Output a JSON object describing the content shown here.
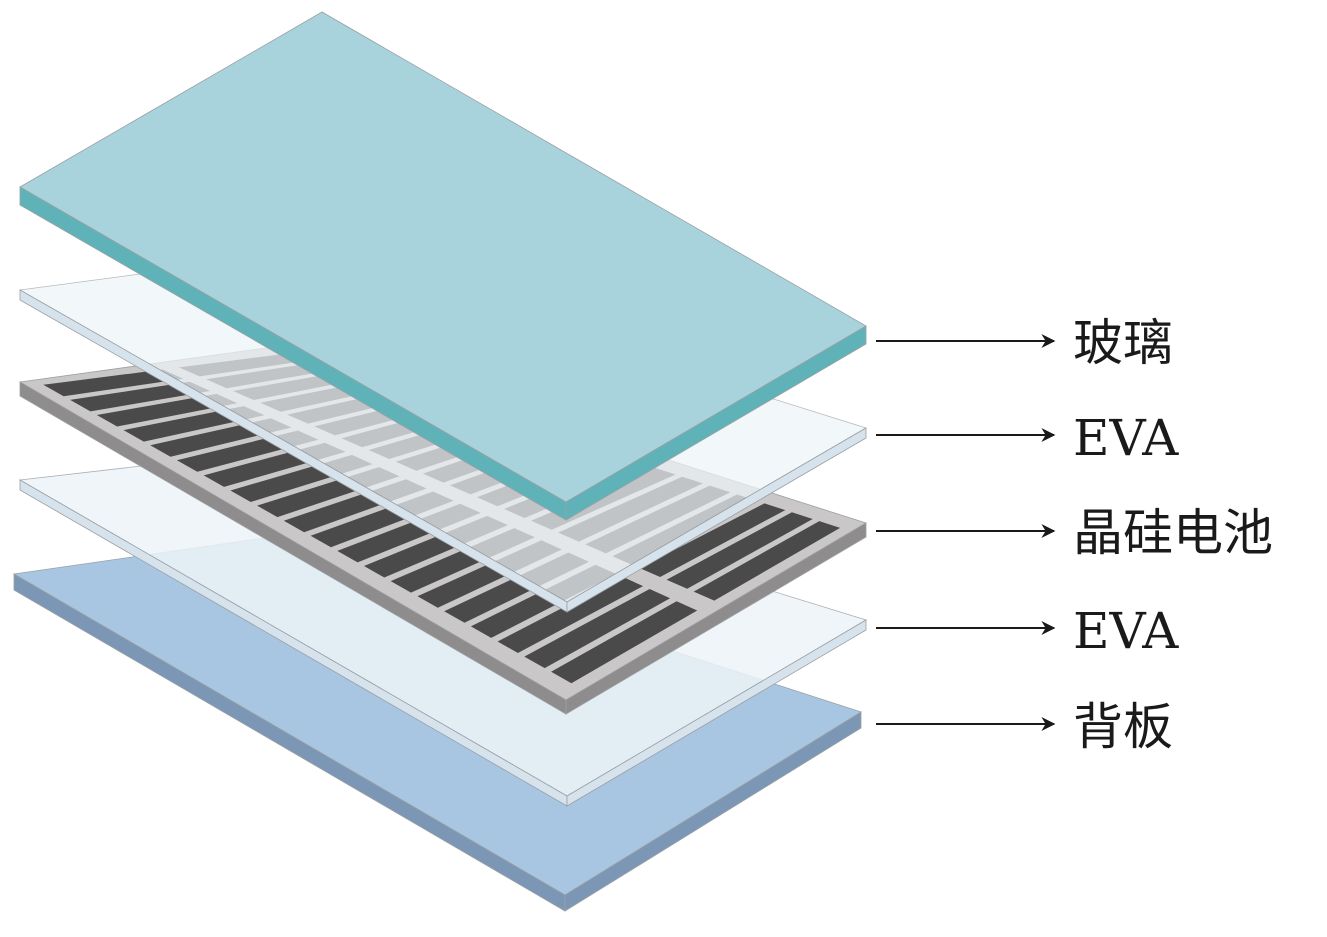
{
  "diagram": {
    "labels": [
      "玻璃",
      "EVA",
      "晶硅电池",
      "EVA",
      "背板"
    ]
  },
  "colors": {
    "glass_top": "#a9d3dc",
    "glass_edge": "#5fb3b8",
    "eva_face": "#eef4f8",
    "eva_edge": "#d7e3ec",
    "cell_frame": "#c9c7c7",
    "cell_frame_edge": "#8e8c8c",
    "cell_dark": "#4b4a4a",
    "backsheet_top": "#a8c6e2",
    "backsheet_edge": "#7b97b5",
    "arrow": "#1a1a1a"
  }
}
